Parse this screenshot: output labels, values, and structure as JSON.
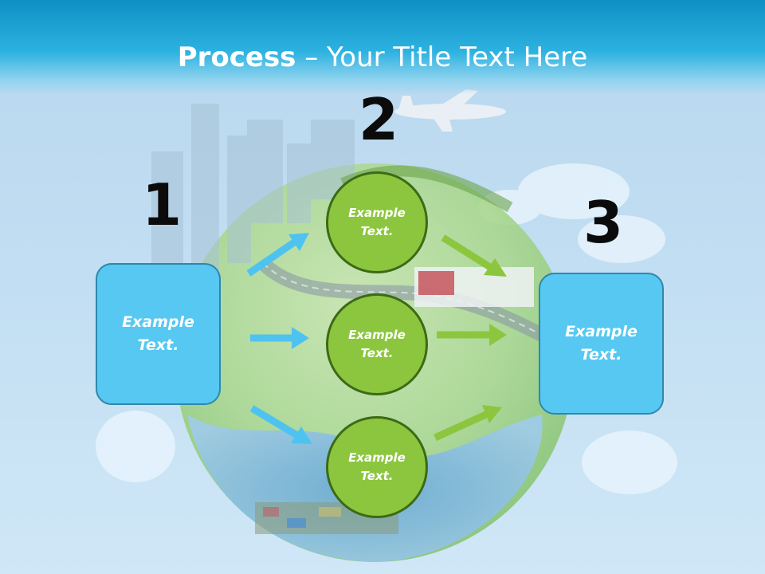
{
  "title": {
    "bold": "Process",
    "rest": " – Your Title Text Here"
  },
  "steps": [
    {
      "number": "1",
      "label": "Example Text."
    },
    {
      "number": "2",
      "label": "Example Text."
    },
    {
      "number": "3",
      "label": "Example Text."
    }
  ],
  "circles": [
    {
      "label": "Example Text."
    },
    {
      "label": "Example Text."
    },
    {
      "label": "Example Text."
    }
  ],
  "colors": {
    "box_fill": "#56c8f2",
    "circle_fill": "#8cc63f",
    "arrow_blue": "#4fc3f0",
    "arrow_green": "#8cc63f"
  }
}
